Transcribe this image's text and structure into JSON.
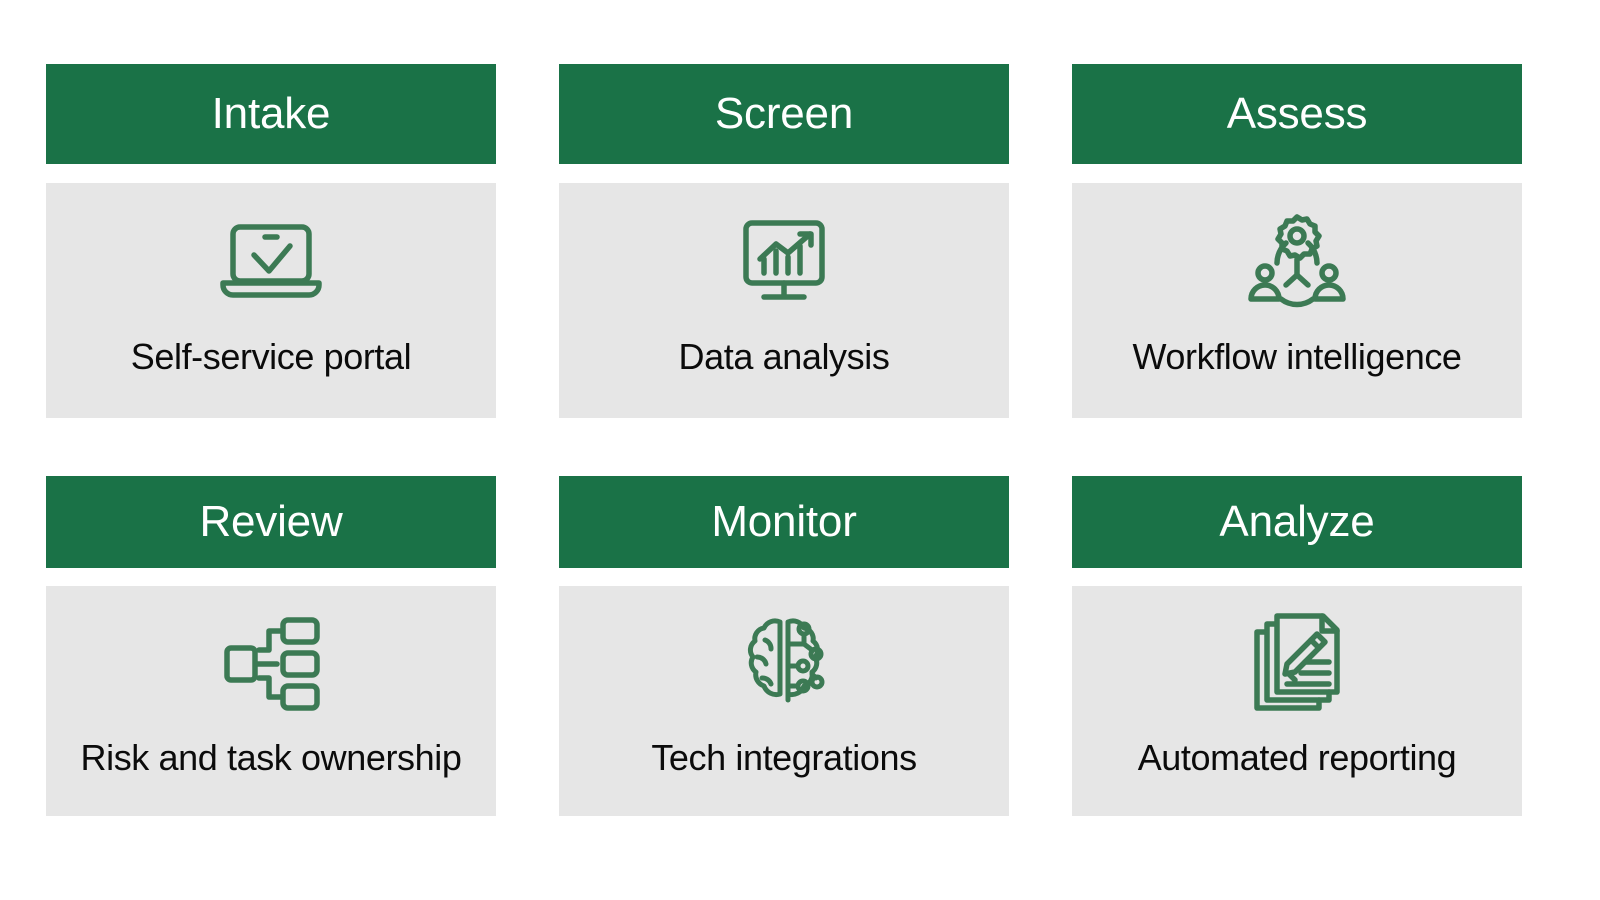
{
  "theme": {
    "header_background": "#1A7247",
    "header_text_color": "#FFFFFF",
    "body_background": "#E6E6E6",
    "label_text_color": "#0B0B0B",
    "icon_color": "#3C7A54",
    "page_background": "#FFFFFF"
  },
  "cards": [
    {
      "title": "Intake",
      "label": "Self-service portal",
      "icon": "laptop-check-icon"
    },
    {
      "title": "Screen",
      "label": "Data analysis",
      "icon": "monitor-chart-icon"
    },
    {
      "title": "Assess",
      "label": "Workflow intelligence",
      "icon": "gear-people-network-icon"
    },
    {
      "title": "Review",
      "label": "Risk and task ownership",
      "icon": "org-chart-hierarchy-icon"
    },
    {
      "title": "Monitor",
      "label": "Tech integrations",
      "icon": "ai-brain-circuit-icon"
    },
    {
      "title": "Analyze",
      "label": "Automated reporting",
      "icon": "documents-pencil-icon"
    }
  ]
}
